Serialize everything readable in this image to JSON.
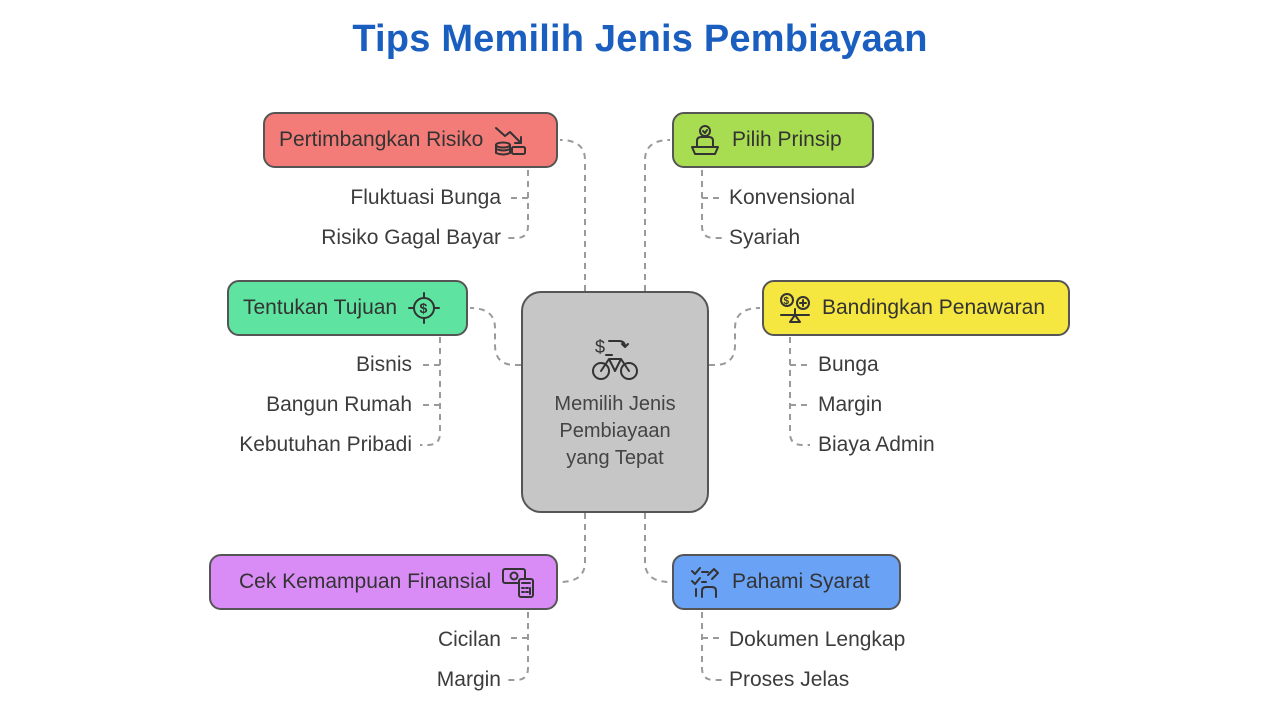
{
  "title": "Tips Memilih Jenis Pembiayaan",
  "center": {
    "text": "Memilih Jenis Pembiayaan yang Tepat",
    "icon": "money-bicycle-icon",
    "color": "#c6c6c6"
  },
  "branches": [
    {
      "id": "risiko",
      "label": "Pertimbangkan Risiko",
      "icon": "declining-chart-coins-icon",
      "color": "#f47c78",
      "items": [
        "Fluktuasi Bunga",
        "Risiko Gagal Bayar"
      ]
    },
    {
      "id": "prinsip",
      "label": "Pilih Prinsip",
      "icon": "person-at-desk-icon",
      "color": "#a8dd52",
      "items": [
        "Konvensional",
        "Syariah"
      ]
    },
    {
      "id": "tujuan",
      "label": "Tentukan Tujuan",
      "icon": "target-dollar-icon",
      "color": "#5ee3a0",
      "items": [
        "Bisnis",
        "Bangun Rumah",
        "Kebutuhan Pribadi"
      ]
    },
    {
      "id": "penawaran",
      "label": "Bandingkan Penawaran",
      "icon": "balance-scale-dollar-icon",
      "color": "#f6e640",
      "items": [
        "Bunga",
        "Margin",
        "Biaya Admin"
      ]
    },
    {
      "id": "finansial",
      "label": "Cek Kemampuan Finansial",
      "icon": "money-calculator-icon",
      "color": "#d98cf6",
      "items": [
        "Cicilan",
        "Margin"
      ]
    },
    {
      "id": "syarat",
      "label": "Pahami Syarat",
      "icon": "checklist-hand-icon",
      "color": "#6aa2f6",
      "items": [
        "Dokumen Lengkap",
        "Proses Jelas"
      ]
    }
  ]
}
